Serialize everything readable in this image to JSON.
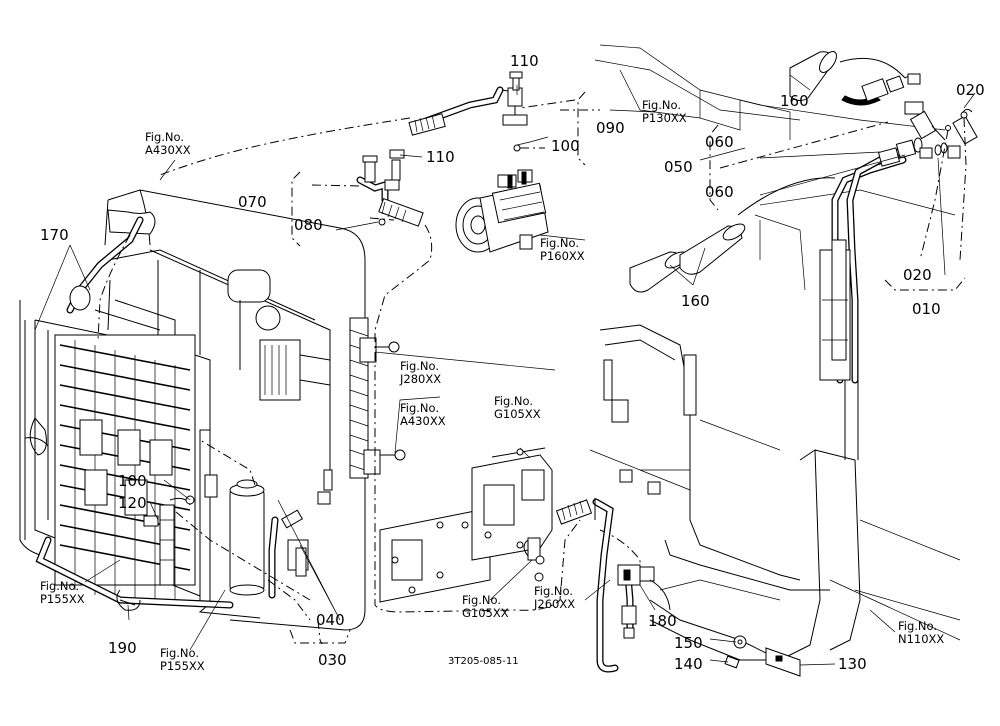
{
  "drawing_code": "3T205-085-11",
  "part_numbers": {
    "p010": "010",
    "p020a": "020",
    "p020b": "020",
    "p030": "030",
    "p040": "040",
    "p050": "050",
    "p060a": "060",
    "p060b": "060",
    "p070": "070",
    "p080": "080",
    "p090": "090",
    "p100a": "100",
    "p100b": "100",
    "p110a": "110",
    "p110b": "110",
    "p120": "120",
    "p130": "130",
    "p140": "140",
    "p150": "150",
    "p160a": "160",
    "p160b": "160",
    "p170": "170",
    "p180": "180",
    "p190": "190"
  },
  "figure_refs": [
    {
      "prefix": "Fig.No.",
      "code": "A430XX"
    },
    {
      "prefix": "Fig.No.",
      "code": "P130XX"
    },
    {
      "prefix": "Fig.No.",
      "code": "P160XX"
    },
    {
      "prefix": "Fig.No.",
      "code": "J280XX"
    },
    {
      "prefix": "Fig.No.",
      "code": "A430XX"
    },
    {
      "prefix": "Fig.No.",
      "code": "G105XX"
    },
    {
      "prefix": "Fig.No.",
      "code": "P155XX"
    },
    {
      "prefix": "Fig.No.",
      "code": "G105XX"
    },
    {
      "prefix": "Fig.No.",
      "code": "J260XX"
    },
    {
      "prefix": "Fig.No.",
      "code": "P155XX"
    },
    {
      "prefix": "Fig.No.",
      "code": "N110XX"
    }
  ]
}
